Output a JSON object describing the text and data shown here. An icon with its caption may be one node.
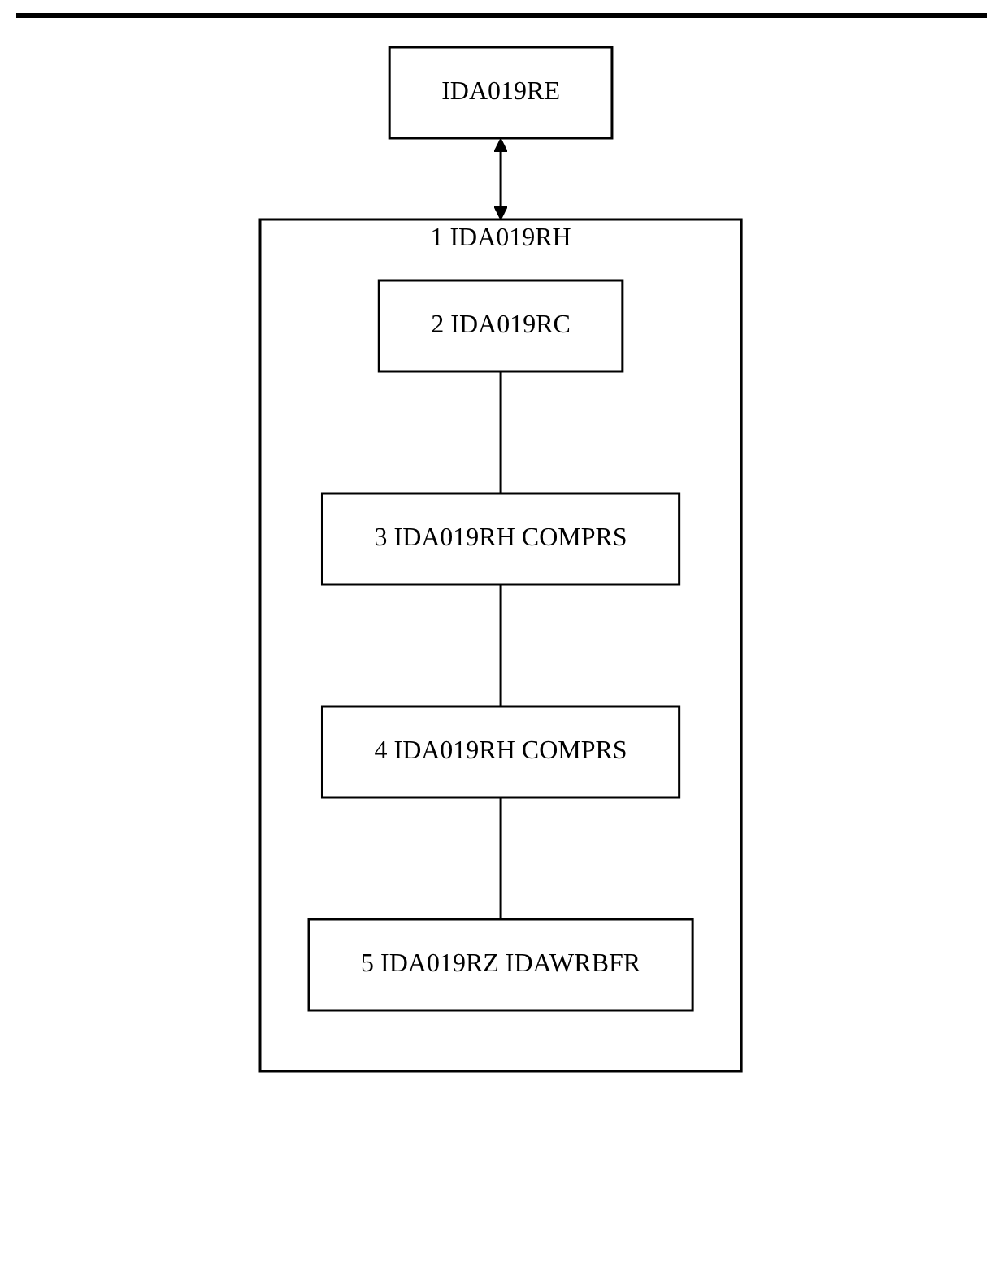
{
  "diagram": {
    "nodes": [
      {
        "text": [
          "IDA019RE"
        ]
      },
      {
        "text": [
          "1 IDA019RH"
        ]
      },
      {
        "text": [
          "2 IDA019RC"
        ],
        "in": 1
      },
      {
        "text": [
          "3 IDA019RH COMPRS"
        ],
        "in": 1
      },
      {
        "text": [
          "4 IDA019RH COMPRS"
        ],
        "in": 1
      },
      {
        "text": [
          "5 IDA019RZ IDAWRBFR"
        ],
        "in": 1
      }
    ],
    "edges": [
      {
        "from": 0,
        "to": 1,
        "arrow": "both"
      },
      {
        "from": 2,
        "to": 3,
        "arrow": "none"
      },
      {
        "from": 3,
        "to": 4,
        "arrow": "none"
      },
      {
        "from": 4,
        "to": 5,
        "arrow": "none"
      }
    ]
  }
}
